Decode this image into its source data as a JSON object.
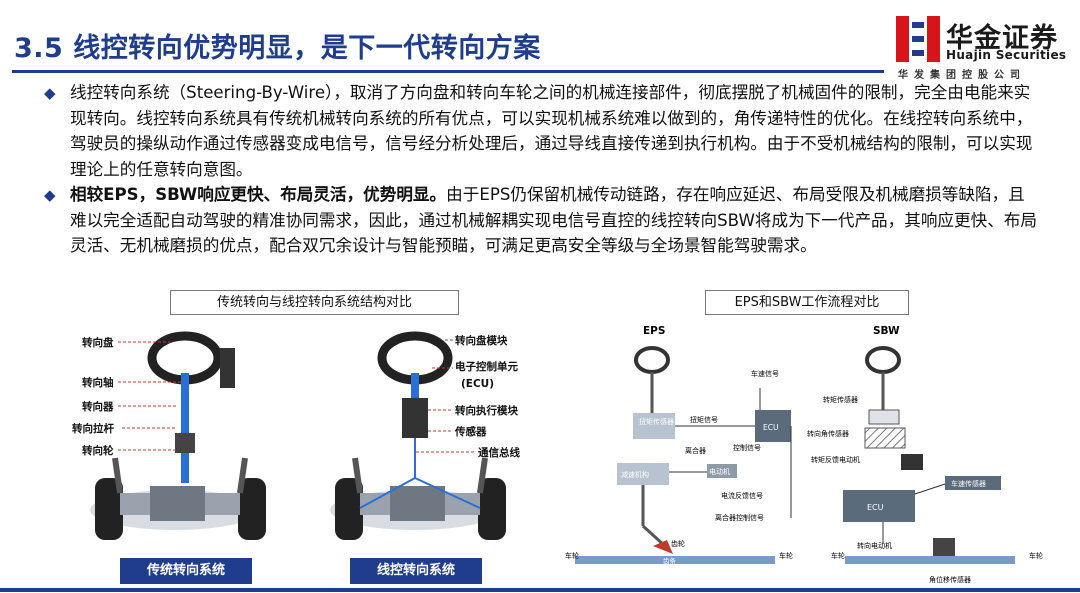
{
  "header": {
    "title": "3.5 线控转向优势明显，是下一代转向方案",
    "logo": {
      "cn": "华金证券",
      "en": "Huajin Securities",
      "sub": "华发集团控股公司"
    }
  },
  "bullets": [
    {
      "text": "线控转向系统（Steering-By-Wire），取消了方向盘和转向车轮之间的机械连接部件，彻底摆脱了机械固件的限制，完全由电能来实现转向。线控转向系统具有传统机械转向系统的所有优点，可以实现机械系统难以做到的，角传递特性的优化。在线控转向系统中，驾驶员的操纵动作通过传感器变成电信号，信号经分析处理后，通过导线直接传递到执行机构。由于不受机械结构的限制，可以实现理论上的任意转向意图。"
    },
    {
      "lead": "相较EPS，SBW响应更快、布局灵活，优势明显。",
      "text": "由于EPS仍保留机械传动链路，存在响应延迟、布局受限及机械磨损等缺陷，且难以完全适配自动驾驶的精准协同需求，因此，通过机械解耦实现电信号直控的线控转向SBW将成为下一代产品，其响应更快、布局灵活、无机械磨损的优点，配合双冗余设计与智能预瞄，可满足更高安全等级与全场景智能驾驶需求。"
    }
  ],
  "figure_left": {
    "caption": "传统转向与线控转向系统结构对比",
    "left_labels": [
      "转向盘",
      "转向轴",
      "转向器",
      "转向拉杆",
      "转向轮"
    ],
    "right_labels": [
      "转向盘模块",
      "电子控制单元",
      "(ECU)",
      "转向执行模块",
      "传感器",
      "通信总线"
    ],
    "btn_traditional": "传统转向系统",
    "btn_wire": "线控转向系统"
  },
  "figure_right": {
    "caption": "EPS和SBW工作流程对比",
    "eps": {
      "title": "EPS",
      "torque_sensor": "扭矩传感器",
      "torque_signal": "扭矩信号",
      "ecu": "ECU",
      "speed_signal": "车速信号",
      "control_signal": "控制信号",
      "clutch": "离合器",
      "motor": "电动机",
      "reducer": "减速机构",
      "current_feedback": "电流反馈信号",
      "clutch_control": "离合器控制信号",
      "gear": "齿轮",
      "rack": "齿条",
      "wheel_l": "车轮",
      "wheel_r": "车轮"
    },
    "sbw": {
      "title": "SBW",
      "torque_sensor": "转矩传感器",
      "angle_sensor": "转向角传感器",
      "feedback_motor": "转矩反馈电动机",
      "speed_sensor": "车速传感器",
      "ecu": "ECU",
      "steer_motor": "转向电动机",
      "position_sensor": "角位移传感器",
      "wheel_l": "车轮",
      "wheel_r": "车轮"
    }
  },
  "colors": {
    "brand_blue": "#1f3d8c",
    "logo_red": "#d7141a",
    "signal_blue": "#2a6fd6"
  }
}
